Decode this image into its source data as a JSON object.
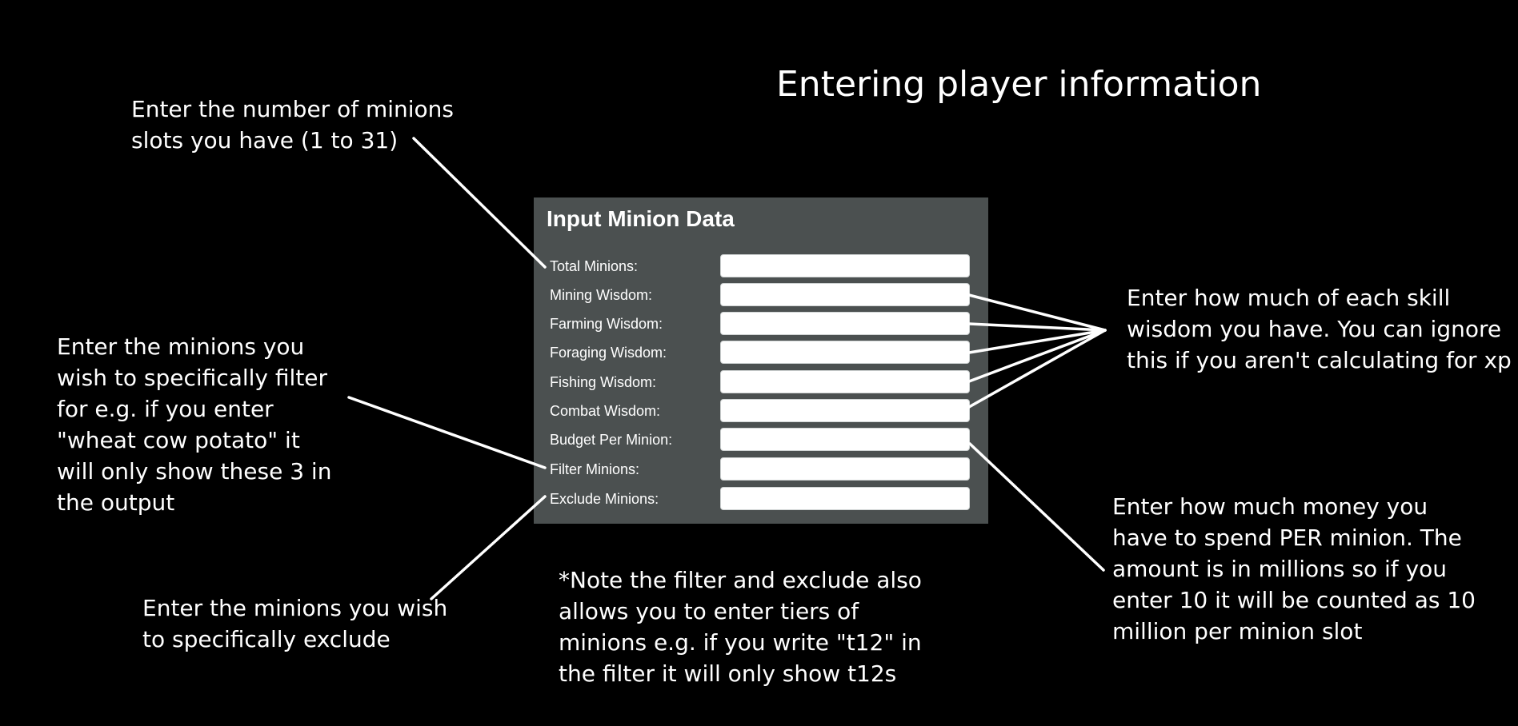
{
  "title": "Entering player information",
  "panel": {
    "title": "Input Minion Data",
    "fields": [
      {
        "label": "Total Minions:",
        "value": ""
      },
      {
        "label": "Mining Wisdom:",
        "value": ""
      },
      {
        "label": "Farming Wisdom:",
        "value": ""
      },
      {
        "label": "Foraging Wisdom:",
        "value": ""
      },
      {
        "label": "Fishing Wisdom:",
        "value": ""
      },
      {
        "label": "Combat Wisdom:",
        "value": ""
      },
      {
        "label": "Budget Per Minion:",
        "value": ""
      },
      {
        "label": "Filter Minions:",
        "value": ""
      },
      {
        "label": "Exclude Minions:",
        "value": ""
      }
    ]
  },
  "annotations": {
    "total_minions": [
      "Enter the number of minions",
      "slots you have (1 to 31)"
    ],
    "wisdom": [
      "Enter how much of each skill",
      "wisdom you have. You can ignore",
      "this if you aren't calculating for xp"
    ],
    "filter": [
      "Enter the minions you",
      "wish to specifically filter",
      "for e.g. if you enter",
      "\"wheat cow potato\" it",
      "will only show these 3 in",
      "the output"
    ],
    "budget": [
      "Enter how much money you",
      "have to spend PER minion. The",
      "amount is in millions so if you",
      "enter 10 it will be counted as 10",
      "million per minion slot"
    ],
    "exclude": [
      "Enter the minions you wish",
      "to specifically exclude"
    ],
    "tiers_note": [
      "*Note the filter and exclude also",
      "allows you to enter tiers of",
      "minions e.g. if you write \"t12\" in",
      "the filter it will only show t12s"
    ]
  }
}
